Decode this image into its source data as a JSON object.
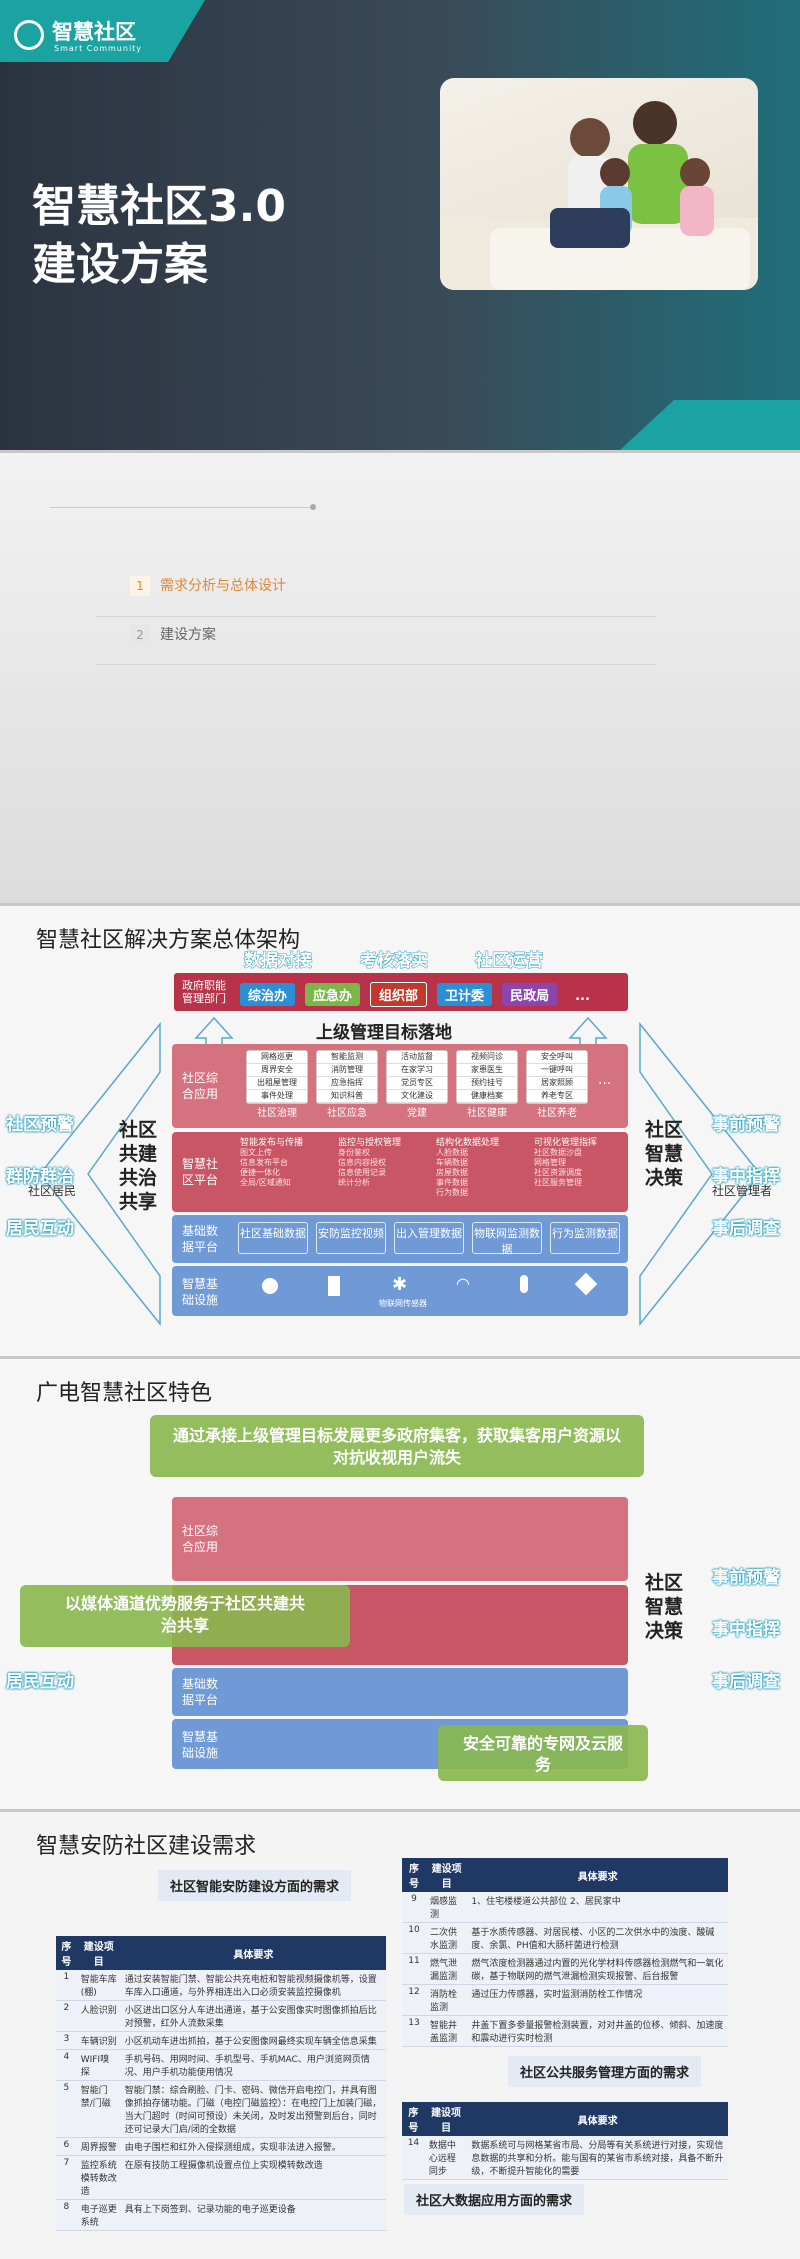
{
  "slide1": {
    "logo_name": "智慧社区",
    "logo_sub": "Smart Community",
    "title_line1": "智慧社区3.0",
    "title_line2": "建设方案"
  },
  "slide2": {
    "items": [
      {
        "num": "1",
        "label": "需求分析与总体设计"
      },
      {
        "num": "2",
        "label": "建设方案"
      }
    ]
  },
  "slide3": {
    "title": "智慧社区解决方案总体架构",
    "top_labels": [
      "数据对接",
      "考核落实",
      "社区运营"
    ],
    "gov_label": "政府职能管理部门",
    "gov_pills": [
      "综治办",
      "应急办",
      "组织部",
      "卫计委",
      "民政局",
      "..."
    ],
    "goal": "上级管理目标落地",
    "rows": {
      "apps": "社区综合应用",
      "platform": "智慧社区平台",
      "data": "基础数据平台",
      "infra": "智慧基础设施"
    },
    "app_cards": [
      {
        "lines": [
          "网格巡更",
          "周界安全",
          "出租屋管理",
          "事件处理"
        ],
        "name": "社区治理"
      },
      {
        "lines": [
          "智能监测",
          "消防管理",
          "应急指挥",
          "知识科普"
        ],
        "name": "社区应急"
      },
      {
        "lines": [
          "活动监督",
          "在家学习",
          "党员专区",
          "文化建设"
        ],
        "name": "党建"
      },
      {
        "lines": [
          "视频问诊",
          "家患医生",
          "预约挂号",
          "健康档案"
        ],
        "name": "社区健康"
      },
      {
        "lines": [
          "安全呼叫",
          "一键呼叫",
          "居家照顾",
          "养老专区"
        ],
        "name": "社区养老"
      }
    ],
    "platform_cards": [
      {
        "title": "智能发布与传播",
        "lines": [
          "图文上传",
          "信息发布平台",
          "便捷一体化",
          "全局/区域通知"
        ]
      },
      {
        "title": "监控与授权管理",
        "lines": [
          "身份鉴权",
          "信息内容授权",
          "信息使用记录",
          "统计分析"
        ]
      },
      {
        "title": "结构化数据处理",
        "lines": [
          "人脸数据",
          "车辆数据",
          "房屋数据",
          "事件数据",
          "行为数据"
        ]
      },
      {
        "title": "可视化管理指挥",
        "lines": [
          "社区数据沙盘",
          "网格管理",
          "社区资源调度",
          "社区服务管理"
        ]
      }
    ],
    "data_boxes": [
      "社区基础数据",
      "安防监控视频",
      "出入管理数据",
      "物联网监测数据",
      "行为监测数据"
    ],
    "infra_icon_label": "物联网传感器",
    "left_side": {
      "title": "社区共建共治共享",
      "items": [
        "社区预警",
        "群防群治",
        "社区居民",
        "居民互动"
      ]
    },
    "right_side": {
      "title": "社区智慧决策",
      "items": [
        "事前预警",
        "事中指挥",
        "社区管理者",
        "事后调查"
      ]
    }
  },
  "slide4": {
    "title": "广电智慧社区特色",
    "overlay1": "通过承接上级管理目标发展更多政府集客，获取集客用户资源以对抗收视用户流失",
    "overlay2": "以媒体通道优势服务于社区共建共治共享",
    "overlay3": "安全可靠的专网及云服务"
  },
  "slide5": {
    "title": "智慧安防社区建设需求",
    "section1": "社区智能安防建设方面的需求",
    "section2": "社区公共服务管理方面的需求",
    "section3": "社区大数据应用方面的需求",
    "headers": [
      "序号",
      "建设项目",
      "具体要求"
    ],
    "table1": [
      [
        "1",
        "智能车库(棚)",
        "通过安装智能门禁、智能公共充电桩和智能视频摄像机等，设置车库入口通道，与外界相连出入口必须安装监控摄像机"
      ],
      [
        "2",
        "人脸识别",
        "小区进出口区分人车进出通道，基于公安图像实时图像抓拍后比对预警，红外人流数采集"
      ],
      [
        "3",
        "车辆识别",
        "小区机动车进出抓拍，基于公安图像网最终实现车辆全信息采集"
      ],
      [
        "4",
        "WIFI嗅探",
        "手机号码、用网时间、手机型号、手机MAC、用户浏览网页情况、用户手机功能使用情况"
      ],
      [
        "5",
        "智能门禁/门磁",
        "智能门禁：综合刷脸、门卡、密码、微信开启电控门，并具有图像抓拍存储功能。门磁（电控门磁监控）：在电控门上加装门磁，当大门超时（时间可预设）未关闭，及时发出预警到后台，同时还可记录大门启/闭的全数据"
      ],
      [
        "6",
        "周界报警",
        "由电子围栏和红外入侵探测组成，实现非法进入报警。"
      ],
      [
        "7",
        "监控系统模转数改造",
        "在原有技防工程摄像机设置点位上实现模转数改造"
      ],
      [
        "8",
        "电子巡更系统",
        "具有上下岗签到、记录功能的电子巡更设备"
      ]
    ],
    "table2": [
      [
        "9",
        "烟感监测",
        "1、住宅楼楼道公共部位 2、居民家中"
      ],
      [
        "10",
        "二次供水监测",
        "基于水质传感器、对居民楼、小区的二次供水中的浊度、酸碱度、余氯、PH值和大肠杆菌进行检测"
      ],
      [
        "11",
        "燃气泄漏监测",
        "燃气浓度检测器通过内置的光化学材料传感器检测燃气和一氧化碳，基于物联网的燃气泄漏检测实现报警、后台报警"
      ],
      [
        "12",
        "消防栓监测",
        "通过压力传感器，实时监测消防栓工作情况"
      ],
      [
        "13",
        "智能井盖监测",
        "井盖下置多参量报警检测装置，对对井盖的位移、倾斜、加速度和震动进行实时检测"
      ]
    ],
    "table3": [
      [
        "14",
        "数据中心远程同步",
        "数据系统可与网格某省市局、分局等有关系统进行对接，实现信息数据的共享和分析。能与国有的某省市系统对接，具备不断升级，不断提升智能化的需要"
      ]
    ]
  }
}
